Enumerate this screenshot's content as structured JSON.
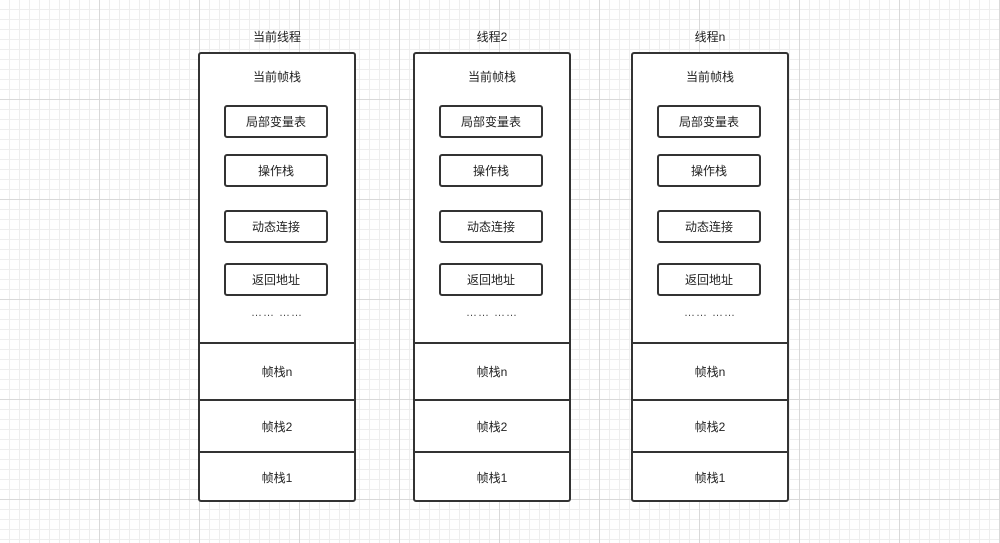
{
  "threads": [
    {
      "title": "当前线程",
      "frame_title": "当前帧栈",
      "inner_boxes": [
        "局部变量表",
        "操作栈",
        "动态连接",
        "返回地址"
      ],
      "ellipsis": "……  ……",
      "frames": [
        "帧栈n",
        "帧栈2",
        "帧栈1"
      ]
    },
    {
      "title": "线程2",
      "frame_title": "当前帧栈",
      "inner_boxes": [
        "局部变量表",
        "操作栈",
        "动态连接",
        "返回地址"
      ],
      "ellipsis": "……  ……",
      "frames": [
        "帧栈n",
        "帧栈2",
        "帧栈1"
      ]
    },
    {
      "title": "线程n",
      "frame_title": "当前帧栈",
      "inner_boxes": [
        "局部变量表",
        "操作栈",
        "动态连接",
        "返回地址"
      ],
      "ellipsis": "……  ……",
      "frames": [
        "帧栈n",
        "帧栈2",
        "帧栈1"
      ]
    }
  ]
}
